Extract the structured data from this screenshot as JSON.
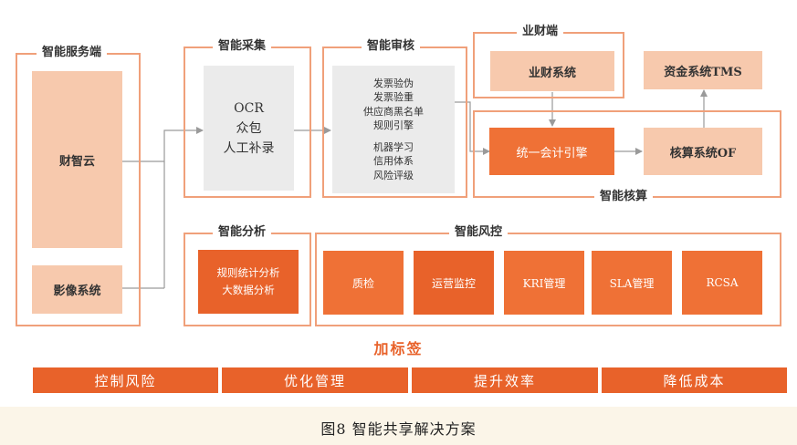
{
  "service_end": {
    "title": "智能服务端",
    "items": [
      "财智云",
      "影像系统"
    ]
  },
  "collection": {
    "title": "智能采集",
    "items": [
      "OCR",
      "众包",
      "人工补录"
    ]
  },
  "audit": {
    "title": "智能审核",
    "items": [
      "发票验伪",
      "发票验重",
      "供应商黑名单",
      "规则引擎",
      "机器学习",
      "信用体系",
      "风险评级"
    ]
  },
  "business_finance": {
    "title": "业财端",
    "system": "业财系统"
  },
  "treasury": {
    "system": "资金系统TMS"
  },
  "accounting": {
    "title": "智能核算",
    "engine": "统一会计引擎",
    "core": "核算系统OF"
  },
  "analysis": {
    "title": "智能分析",
    "items": [
      "规则统计分析",
      "大数据分析"
    ]
  },
  "risk_control": {
    "title": "智能风控",
    "items": [
      "质检",
      "运营监控",
      "KRI管理",
      "SLA管理",
      "RCSA"
    ]
  },
  "tagging": {
    "label": "加标签"
  },
  "banners": [
    "控制风险",
    "优化管理",
    "提升效率",
    "降低成本"
  ],
  "caption": "图8  智能共享解决方案",
  "colors": {
    "frame": "#f0a07a",
    "salmon": "#f7c9ad",
    "orange": "#ef7136",
    "accent": "#e8622a",
    "gray": "#ebebeb",
    "arrow": "#9a9a9a"
  }
}
